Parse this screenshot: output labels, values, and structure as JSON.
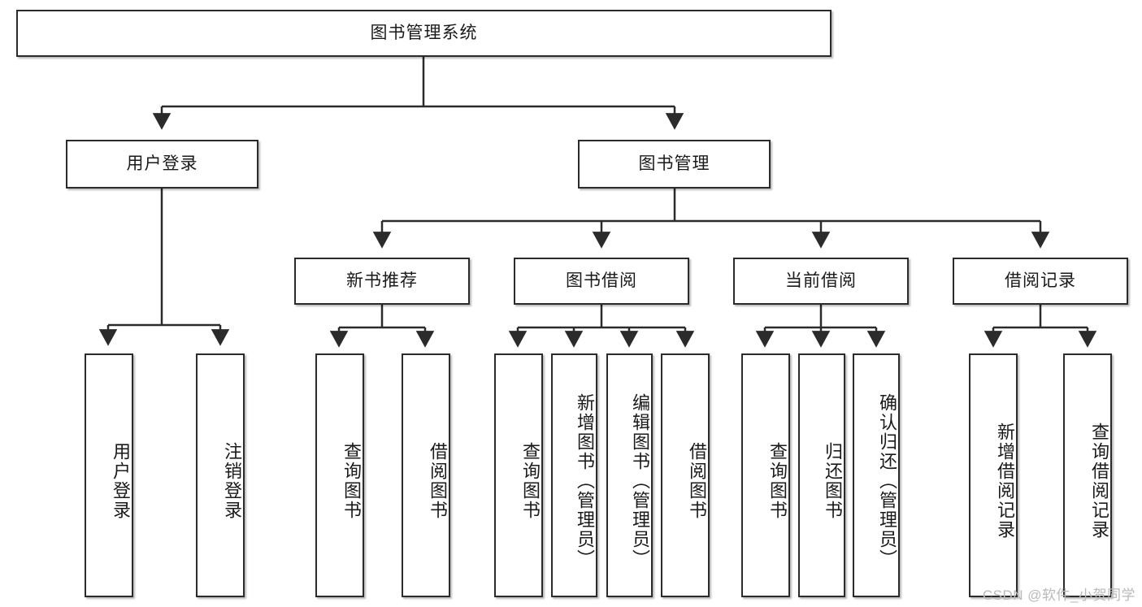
{
  "diagram": {
    "title": "图书管理系统",
    "type": "hierarchy-tree",
    "colors": {
      "box_border": "#2b2b2b",
      "box_fill": "#ffffff",
      "edge": "#2b2b2b",
      "watermark": "#b9b9b9",
      "background": "#ffffff"
    },
    "root": {
      "label": "图书管理系统"
    },
    "level2": [
      {
        "label": "用户登录"
      },
      {
        "label": "图书管理"
      }
    ],
    "level3": [
      {
        "label": "新书推荐"
      },
      {
        "label": "图书借阅"
      },
      {
        "label": "当前借阅"
      },
      {
        "label": "借阅记录"
      }
    ],
    "leaves": {
      "user_login": [
        {
          "label": "用户登录"
        },
        {
          "label": "注销登录"
        }
      ],
      "new_book_recommend": [
        {
          "label": "查询图书"
        },
        {
          "label": "借阅图书"
        }
      ],
      "book_borrow": [
        {
          "label": "查询图书"
        },
        {
          "label": "新增图书（管理员）"
        },
        {
          "label": "编辑图书（管理员）"
        },
        {
          "label": "借阅图书"
        }
      ],
      "current_borrow": [
        {
          "label": "查询图书"
        },
        {
          "label": "归还图书"
        },
        {
          "label": "确认归还（管理员）"
        }
      ],
      "borrow_record": [
        {
          "label": "新增借阅记录"
        },
        {
          "label": "查询借阅记录"
        }
      ]
    }
  },
  "watermark": {
    "text": "CSDN @软件_小贺同学"
  }
}
